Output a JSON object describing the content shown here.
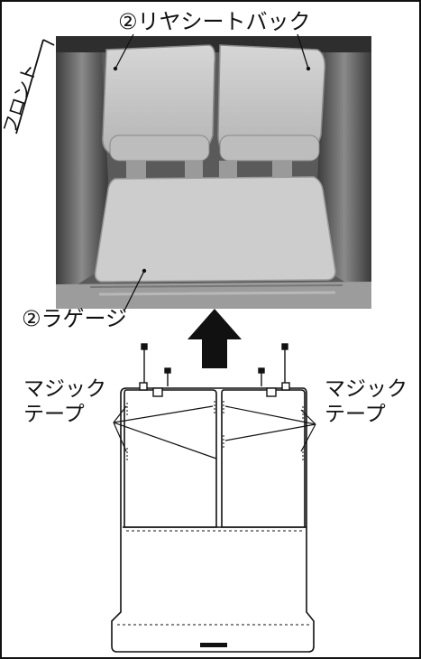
{
  "labels": {
    "rear_seat_back": "②リヤシートバック",
    "front": "フロント",
    "luggage": "②ラゲージ",
    "magic_tape_left_line1": "マジック",
    "magic_tape_left_line2": "テープ",
    "magic_tape_right_line1": "マジック",
    "magic_tape_right_line2": "テープ"
  },
  "icons": {
    "direction_arrow": "arrow-up-icon",
    "front_indicator": "front-arrow-icon"
  },
  "colors": {
    "line": "#111111",
    "photo_dark": "#4a4a4a",
    "seat": "#c9c9c9",
    "mat": "#cfcfcf"
  }
}
